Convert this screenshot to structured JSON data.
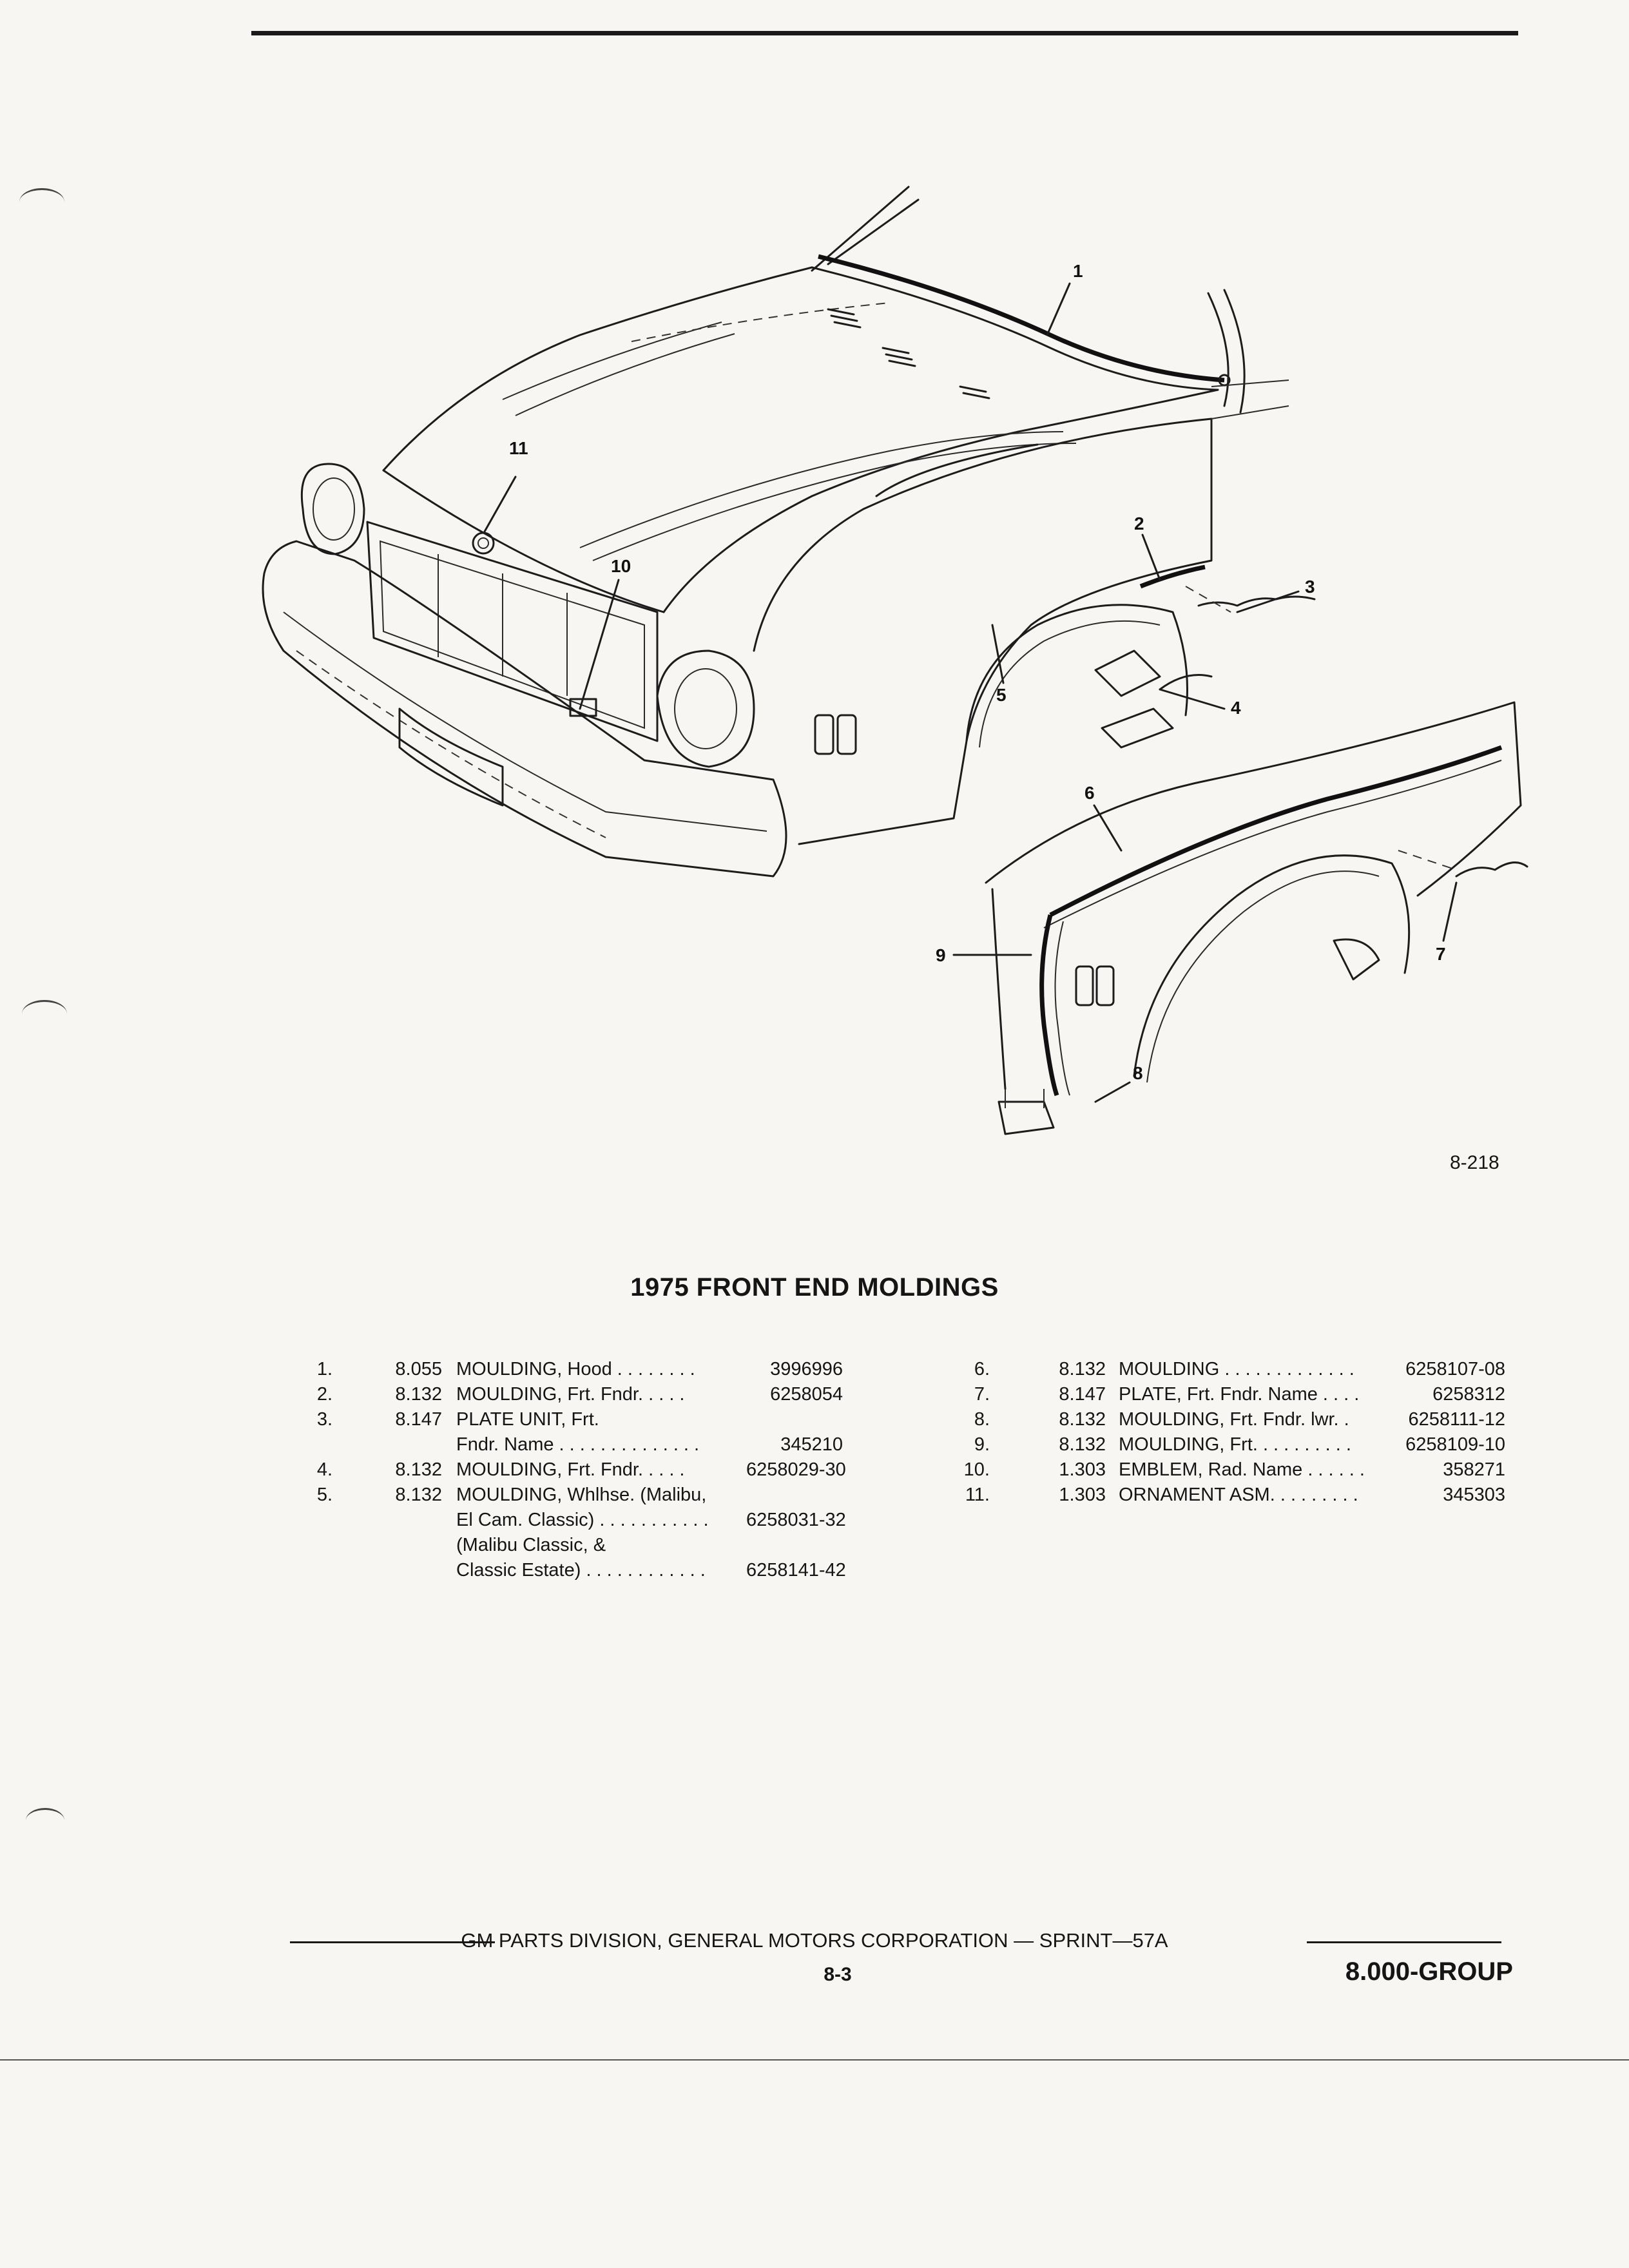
{
  "figure": {
    "id": "8-218",
    "callouts": [
      "1",
      "2",
      "3",
      "4",
      "5",
      "6",
      "7",
      "8",
      "9",
      "10",
      "11"
    ]
  },
  "title": "1975 FRONT END MOLDINGS",
  "parts_left": [
    {
      "num": "1.",
      "group": "8.055",
      "desc": "MOULDING, Hood . . . . . . . .",
      "part": "3996996"
    },
    {
      "num": "2.",
      "group": "8.132",
      "desc": "MOULDING, Frt. Fndr. . . . .",
      "part": "6258054"
    },
    {
      "num": "3.",
      "group": "8.147",
      "desc": "PLATE UNIT, Frt.",
      "part": ""
    },
    {
      "num": "",
      "group": "",
      "desc": "Fndr. Name . . . . . . . . . . . . . .",
      "part": "345210"
    },
    {
      "num": "4.",
      "group": "8.132",
      "desc": "MOULDING, Frt. Fndr. . . . .",
      "part": "6258029-30"
    },
    {
      "num": "5.",
      "group": "8.132",
      "desc": "MOULDING, Whlhse. (Malibu,",
      "part": ""
    },
    {
      "num": "",
      "group": "",
      "desc": "El Cam. Classic) . . . . . . . . . . .",
      "part": "6258031-32"
    },
    {
      "num": "",
      "group": "",
      "desc": "(Malibu Classic, &",
      "part": ""
    },
    {
      "num": "",
      "group": "",
      "desc": "Classic Estate) . . . . . . . . . . . .",
      "part": "6258141-42"
    }
  ],
  "parts_right": [
    {
      "num": "6.",
      "group": "8.132",
      "desc": "MOULDING . . . . . . . . . . . . .",
      "part": "6258107-08"
    },
    {
      "num": "7.",
      "group": "8.147",
      "desc": "PLATE, Frt. Fndr. Name . . . .",
      "part": "6258312"
    },
    {
      "num": "8.",
      "group": "8.132",
      "desc": "MOULDING, Frt. Fndr. lwr. .",
      "part": "6258111-12"
    },
    {
      "num": "9.",
      "group": "8.132",
      "desc": "MOULDING, Frt. . . . . . . . . .",
      "part": "6258109-10"
    },
    {
      "num": "10.",
      "group": "1.303",
      "desc": "EMBLEM, Rad. Name . . . . . .",
      "part": "358271"
    },
    {
      "num": "11.",
      "group": "1.303",
      "desc": "ORNAMENT ASM. . . . . . . . .",
      "part": "345303"
    }
  ],
  "footer": {
    "publisher": "GM PARTS DIVISION, GENERAL MOTORS CORPORATION — SPRINT—57A",
    "page": "8-3",
    "group": "8.000-GROUP"
  }
}
